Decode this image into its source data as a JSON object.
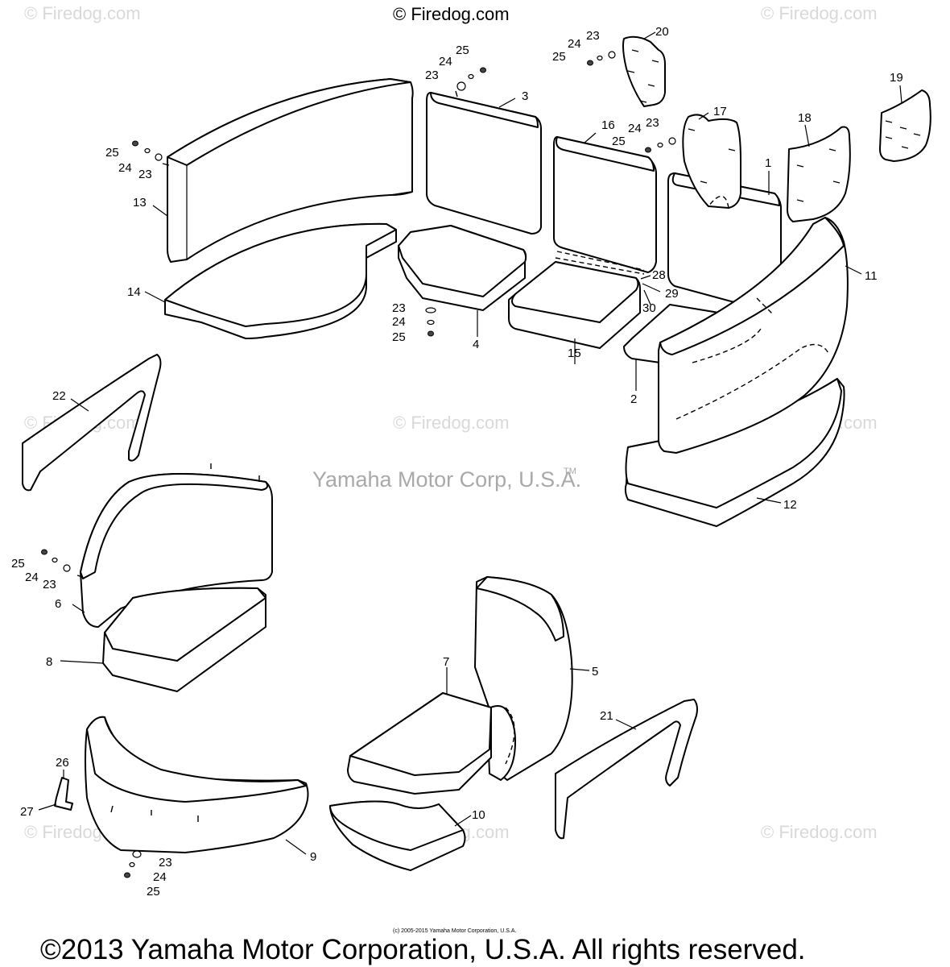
{
  "watermark_text": "© Firedog.com",
  "center_watermark": "Yamaha Motor Corp, U.S.A.",
  "trademark": "TM",
  "fine_print": "(c) 2005-2015 Yamaha Motor Corporation, U.S.A.",
  "copyright": "©2013 Yamaha Motor Corporation, U.S.A. All rights reserved.",
  "callouts": {
    "p1": "1",
    "p2": "2",
    "p3": "3",
    "p4": "4",
    "p5": "5",
    "p6": "6",
    "p7": "7",
    "p8": "8",
    "p9": "9",
    "p10": "10",
    "p11": "11",
    "p12": "12",
    "p13": "13",
    "p14": "14",
    "p15": "15",
    "p16": "16",
    "p17": "17",
    "p18": "18",
    "p19": "19",
    "p20": "20",
    "p21": "21",
    "p22": "22",
    "p26": "26",
    "p27": "27",
    "p28": "28",
    "p29": "29",
    "p30": "30",
    "washer": "23",
    "lockwasher": "24",
    "nut": "25"
  }
}
